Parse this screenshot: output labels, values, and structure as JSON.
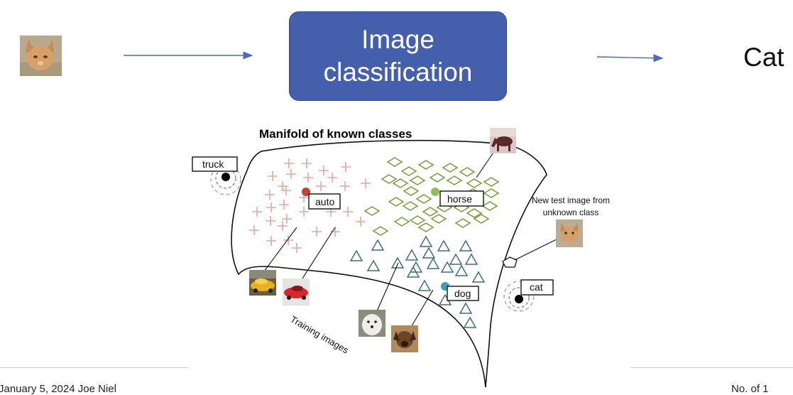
{
  "flow": {
    "box_line1": "Image",
    "box_line2": "classification",
    "output": "Cat"
  },
  "manifold": {
    "title": "Manifold of known classes",
    "training_label": "Training images",
    "test_note_line1": "New test image from",
    "test_note_line2": "unknown class",
    "class_labels": [
      "truck",
      "auto",
      "horse",
      "dog",
      "cat"
    ]
  },
  "footer": {
    "left": "January 5, 2024   Joe Niel",
    "right": "No. of 1"
  },
  "colors": {
    "box_fill": "#4460ad",
    "auto_marker": "#e9a5a0",
    "horse_marker": "#7a9a3a",
    "dog_marker": "#3f6e7a",
    "auto_dot": "#c0433a",
    "horse_dot": "#8fbf5a",
    "dog_dot": "#3aa0b8"
  }
}
